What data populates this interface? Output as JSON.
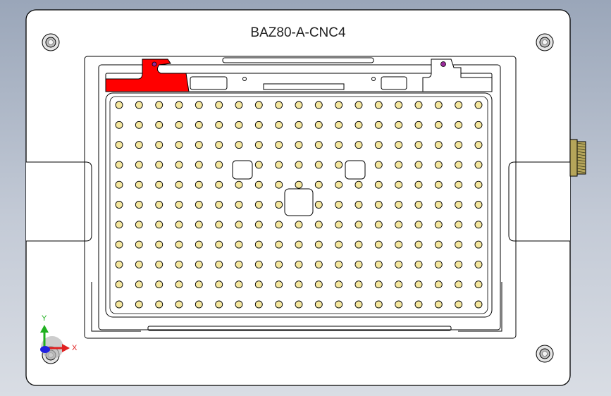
{
  "drawing": {
    "part_label": "BAZ80-A-CNC4",
    "hole_grid": {
      "columns": 19,
      "rows": 11
    },
    "colors": {
      "background_top": "#9aa6b9",
      "background_bottom": "#d9dde4",
      "plate_fill": "#ffffff",
      "line": "#000000",
      "hole_fill": "#f5e79e",
      "accent_red": "#ff0000",
      "marker_purple": "#9a2a9a",
      "thread_fill": "#b5a55a"
    }
  },
  "axes": {
    "x_label": "X",
    "y_label": "Y",
    "x_color": "#e02020",
    "y_color": "#20b020",
    "z_color": "#2020e0"
  }
}
